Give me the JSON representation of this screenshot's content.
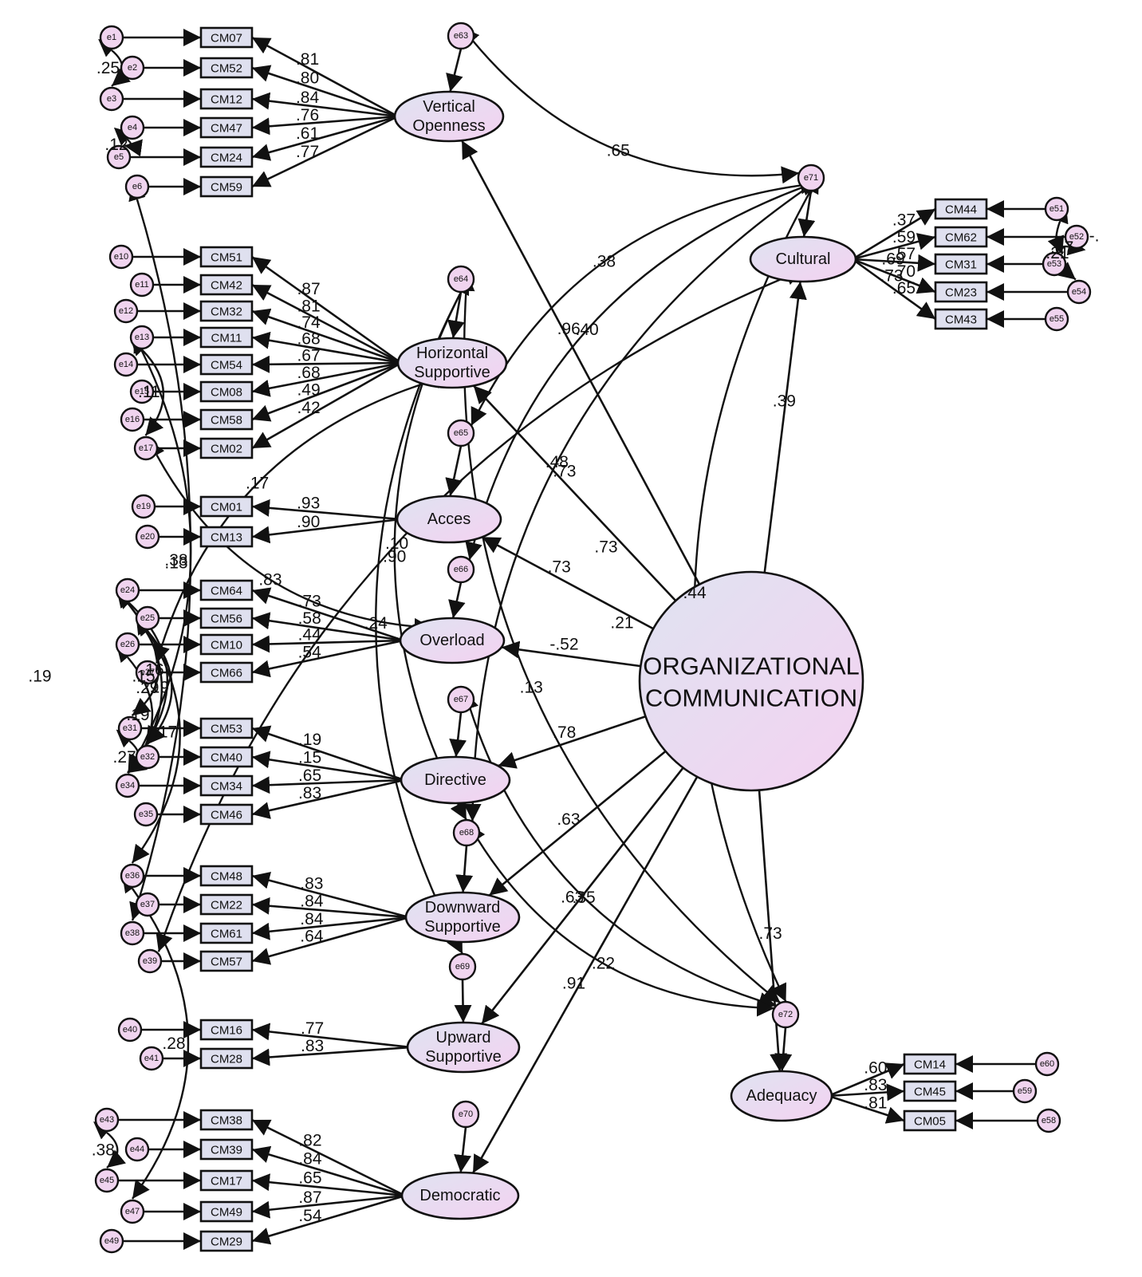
{
  "diagram": {
    "central": {
      "id": "oc",
      "lines": [
        "ORGANIZATIONAL",
        "COMMUNICATION"
      ]
    },
    "factors": [
      {
        "id": "vo",
        "lines": [
          "Vertical",
          "Openness"
        ],
        "error": "e63",
        "coefficient_path": ".96",
        "indicators": [
          {
            "label": "CM07",
            "error": "e1",
            "loading": ".81"
          },
          {
            "label": "CM52",
            "error": "e2",
            "loading": ".80"
          },
          {
            "label": "CM12",
            "error": "e3",
            "loading": ".84"
          },
          {
            "label": "CM47",
            "error": "e4",
            "loading": ".76"
          },
          {
            "label": "CM24",
            "error": "e5",
            "loading": ".61"
          },
          {
            "label": "CM59",
            "error": "e6",
            "loading": ".77"
          }
        ]
      },
      {
        "id": "hs",
        "lines": [
          "Horizontal",
          "Supportive"
        ],
        "error": "e64",
        "coefficient_path": ".73",
        "indicators": [
          {
            "label": "CM51",
            "error": "e10",
            "loading": ".87"
          },
          {
            "label": "CM42",
            "error": "e11",
            "loading": ".81"
          },
          {
            "label": "CM32",
            "error": "e12",
            "loading": ".74"
          },
          {
            "label": "CM11",
            "error": "e13",
            "loading": ".68"
          },
          {
            "label": "CM54",
            "error": "e14",
            "loading": ".67"
          },
          {
            "label": "CM08",
            "error": "e15",
            "loading": ".68"
          },
          {
            "label": "CM58",
            "error": "e16",
            "loading": ".49"
          },
          {
            "label": "CM02",
            "error": "e17",
            "loading": ".42"
          }
        ]
      },
      {
        "id": "ac",
        "lines": [
          "Acces"
        ],
        "error": "e65",
        "coefficient_path": ".73",
        "indicators": [
          {
            "label": "CM01",
            "error": "e19",
            "loading": ".93"
          },
          {
            "label": "CM13",
            "error": "e20",
            "loading": ".90"
          }
        ]
      },
      {
        "id": "ov",
        "lines": [
          "Overload"
        ],
        "error": "e66",
        "coefficient_path": "-.52",
        "indicators": [
          {
            "label": "CM64",
            "error": "e24",
            "loading": ".73"
          },
          {
            "label": "CM56",
            "error": "e25",
            "loading": ".58"
          },
          {
            "label": "CM10",
            "error": "e26",
            "loading": ".44"
          },
          {
            "label": "CM66",
            "error": "e27",
            "loading": ".54"
          }
        ]
      },
      {
        "id": "di",
        "lines": [
          "Directive"
        ],
        "error": "e67",
        "coefficient_path": ".78",
        "indicators": [
          {
            "label": "CM53",
            "error": "e31",
            "loading": ".19"
          },
          {
            "label": "CM40",
            "error": "e32",
            "loading": ".15"
          },
          {
            "label": "CM34",
            "error": "e34",
            "loading": ".65"
          },
          {
            "label": "CM46",
            "error": "e35",
            "loading": ".83"
          }
        ]
      },
      {
        "id": "ds",
        "lines": [
          "Downward",
          "Supportive"
        ],
        "error": "e68",
        "coefficient_path": ".63",
        "indicators": [
          {
            "label": "CM48",
            "error": "e36",
            "loading": ".83"
          },
          {
            "label": "CM22",
            "error": "e37",
            "loading": ".84"
          },
          {
            "label": "CM61",
            "error": "e38",
            "loading": ".84"
          },
          {
            "label": "CM57",
            "error": "e39",
            "loading": ".64"
          }
        ]
      },
      {
        "id": "us",
        "lines": [
          "Upward",
          "Supportive"
        ],
        "error": "e69",
        "coefficient_path": ".63",
        "indicators": [
          {
            "label": "CM16",
            "error": "e40",
            "loading": ".77"
          },
          {
            "label": "CM28",
            "error": "e41",
            "loading": ".83"
          }
        ]
      },
      {
        "id": "de",
        "lines": [
          "Democratic"
        ],
        "error": "e70",
        "coefficient_path": ".91",
        "indicators": [
          {
            "label": "CM38",
            "error": "e43",
            "loading": ".82"
          },
          {
            "label": "CM39",
            "error": "e44",
            "loading": ".84"
          },
          {
            "label": "CM17",
            "error": "e45",
            "loading": ".65"
          },
          {
            "label": "CM49",
            "error": "e47",
            "loading": ".87"
          },
          {
            "label": "CM29",
            "error": "e49",
            "loading": ".54"
          }
        ]
      },
      {
        "id": "cu",
        "lines": [
          "Cultural"
        ],
        "error": "e71",
        "coefficient_path": ".39",
        "indicators": [
          {
            "label": "CM44",
            "error": "e51",
            "loading": ".37"
          },
          {
            "label": "CM62",
            "error": "e52",
            "loading": ".59"
          },
          {
            "label": "CM31",
            "error": "e53",
            "loading": ".57"
          },
          {
            "label": "CM23",
            "error": "e54",
            "loading": ".70"
          },
          {
            "label": "CM43",
            "error": "e55",
            "loading": ".65"
          }
        ]
      },
      {
        "id": "ad",
        "lines": [
          "Adequacy"
        ],
        "error": "e72",
        "coefficient_path": ".73",
        "indicators": [
          {
            "label": "CM14",
            "error": "e60",
            "loading": ".60"
          },
          {
            "label": "CM45",
            "error": "e59",
            "loading": ".83"
          },
          {
            "label": "CM05",
            "error": "e58",
            "loading": ".81"
          }
        ]
      }
    ],
    "correlations": [
      {
        "from": "e63",
        "to": "e71",
        "value": ".65"
      },
      {
        "from": "e64",
        "to": "e72",
        "value": ".13"
      },
      {
        "from": "e71",
        "to": "e65",
        "value": ".38"
      },
      {
        "from": "e64",
        "to": "e69",
        "value": ".24"
      },
      {
        "from": "e64",
        "to": "e68",
        "value": ".90"
      },
      {
        "from": "e71",
        "to": "e72",
        "value": ".44"
      },
      {
        "from": "e71",
        "to": "e68",
        "value": ".48"
      },
      {
        "from": "e71",
        "to": "e66",
        "value": ".40"
      },
      {
        "from": "e67",
        "to": "e72",
        "value": ".35"
      },
      {
        "from": "e68",
        "to": "e72",
        "value": ".22"
      },
      {
        "from": "cu",
        "to": "e39",
        "value": ".10"
      },
      {
        "from": "hs",
        "to": "e27",
        "value": ".17"
      },
      {
        "from": "e17",
        "to": "ov",
        "value": ".83"
      },
      {
        "from": "e1",
        "to": "e3",
        "value": ".25"
      },
      {
        "from": "e4",
        "to": "e5",
        "value": ".12"
      },
      {
        "from": "e13",
        "to": "e17",
        "value": ".11"
      },
      {
        "from": "e6",
        "to": "e38",
        "value": ".38"
      },
      {
        "from": "e13",
        "to": "e34",
        "value": ".13"
      },
      {
        "from": "e24",
        "to": "e34",
        "value": ".29"
      },
      {
        "from": "e25",
        "to": "e31",
        "value": ".15"
      },
      {
        "from": "e24",
        "to": "e32",
        "value": ".16"
      },
      {
        "from": "e26",
        "to": "e34",
        "value": ".19"
      },
      {
        "from": "e25",
        "to": "e32",
        "value": ".19"
      },
      {
        "from": "e24",
        "to": "e36",
        "value": ".17"
      },
      {
        "from": "e31",
        "to": "e34",
        "value": ".27"
      },
      {
        "from": "e36",
        "to": "e47",
        "value": ".28"
      },
      {
        "from": "e43",
        "to": "e45",
        "value": ".38"
      },
      {
        "from": "e51",
        "to": "e54",
        "value": ".21"
      },
      {
        "from": "e52",
        "to": "e53",
        "value": ".17"
      }
    ],
    "extra_coefficients": [
      ".21",
      "-.",
      ".19",
      ".73",
      ".69",
      ".73"
    ]
  }
}
